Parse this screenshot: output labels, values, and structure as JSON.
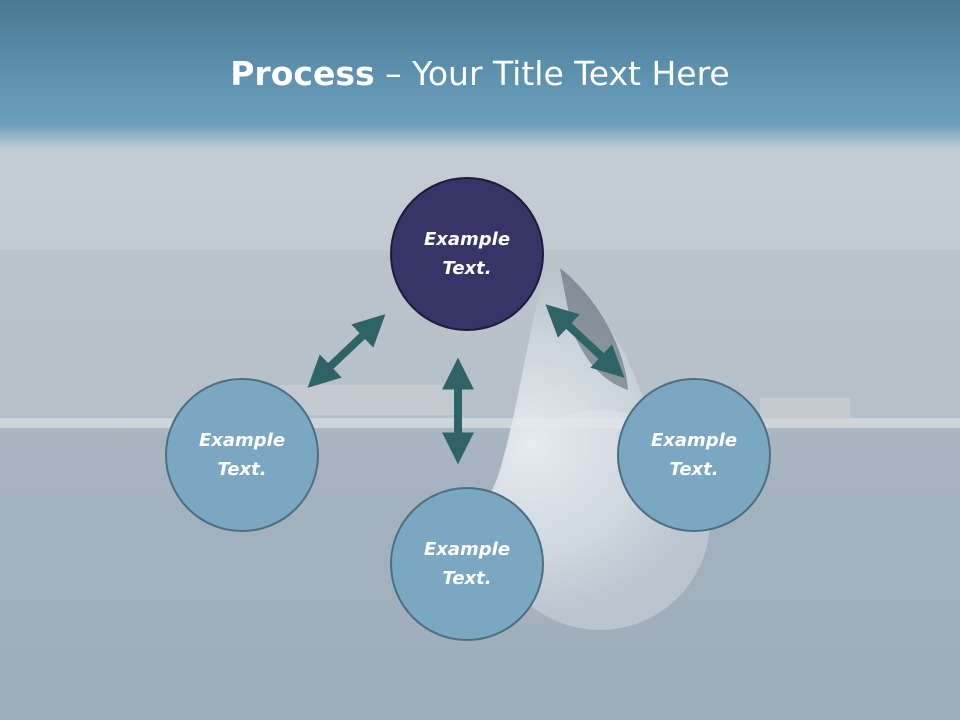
{
  "slide": {
    "title_bold": "Process",
    "title_rest": " – Your Title Text Here"
  },
  "nodes": {
    "top": {
      "line1": "Example",
      "line2": "Text."
    },
    "left": {
      "line1": "Example",
      "line2": "Text."
    },
    "right": {
      "line1": "Example",
      "line2": "Text."
    },
    "bottom": {
      "line1": "Example",
      "line2": "Text."
    }
  },
  "colors": {
    "top_node": "#363567",
    "other_nodes": "#7aa8c2",
    "arrows": "#2f6466",
    "title_band": "#5f93b0"
  }
}
